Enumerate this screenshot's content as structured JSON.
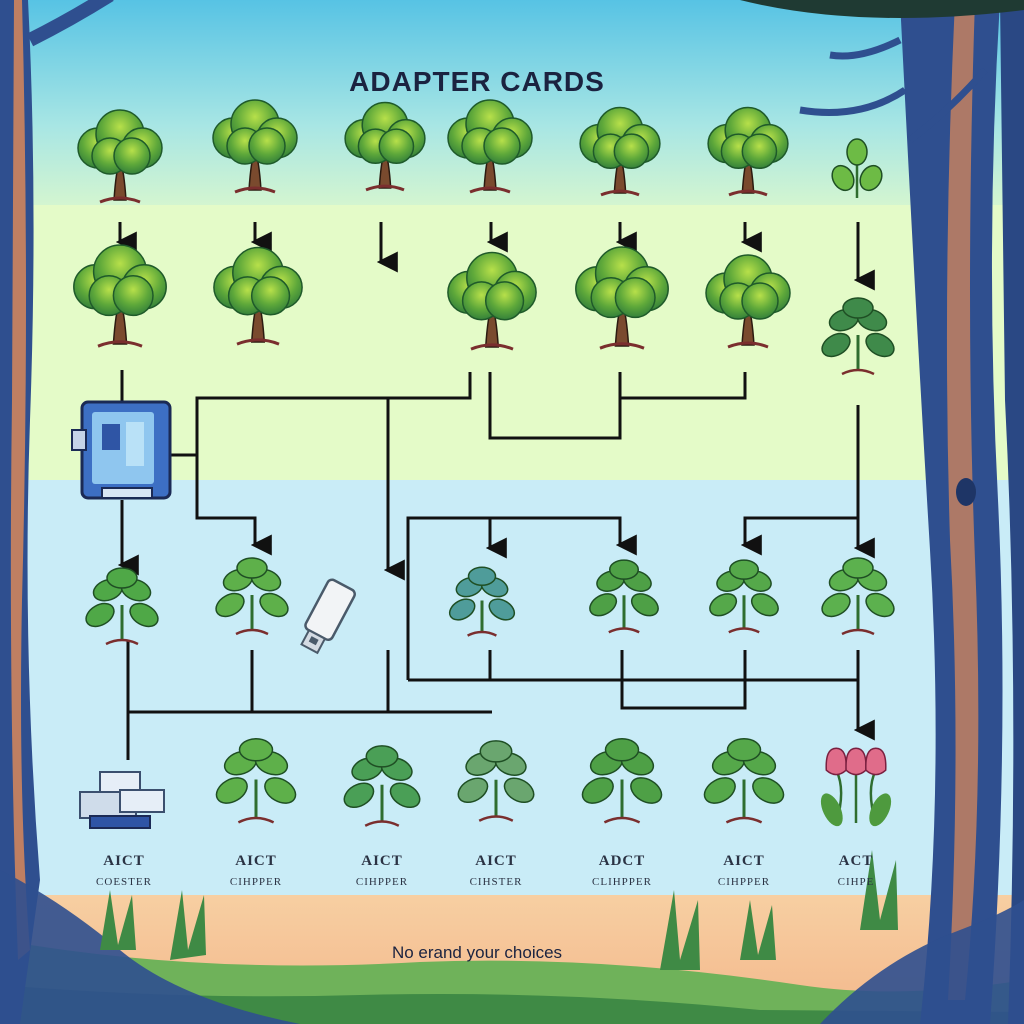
{
  "title": "ADAPTER  CARDS",
  "footer": "No erand your choices",
  "colors": {
    "sky_top": "#5cc8e6",
    "sky_mid": "#c9f2d2",
    "band_upper": "#e3fbc9",
    "band_lower": "#c8ecf7",
    "ground": "#f6cfa3",
    "grass": "#6fb25a",
    "trunk": "#2f4f8f",
    "trunk_highlight": "#d8875a",
    "line": "#111111",
    "leaf_dark": "#2f8a3e",
    "leaf_light": "#8fc83f",
    "flower": "#e06c8a"
  },
  "diagram": {
    "row1": [
      {
        "kind": "tree-icon"
      },
      {
        "kind": "tree-icon"
      },
      {
        "kind": "tree-icon"
      },
      {
        "kind": "tree-icon"
      },
      {
        "kind": "tree-icon"
      },
      {
        "kind": "tree-icon"
      },
      {
        "kind": "sprout-icon"
      }
    ],
    "row2": [
      {
        "kind": "tree-icon"
      },
      {
        "kind": "tree-icon"
      },
      {
        "kind": "tree-icon"
      },
      {
        "kind": "tree-icon"
      },
      {
        "kind": "tree-icon"
      },
      {
        "kind": "fern-icon"
      }
    ],
    "row3": [
      {
        "kind": "leafy-plant-icon"
      },
      {
        "kind": "leafy-plant-icon"
      },
      {
        "kind": "usb-connector-icon"
      },
      {
        "kind": "leafy-plant-icon"
      },
      {
        "kind": "leafy-plant-icon"
      },
      {
        "kind": "leafy-plant-icon"
      },
      {
        "kind": "leafy-plant-icon"
      }
    ],
    "row4": [
      {
        "kind": "connector-stack-icon",
        "label1": "AICT",
        "label2": "COESTER"
      },
      {
        "kind": "leafy-plant-icon",
        "label1": "AICT",
        "label2": "CIHPPER"
      },
      {
        "kind": "leafy-plant-icon",
        "label1": "AICT",
        "label2": "CIHPPER"
      },
      {
        "kind": "leafy-plant-icon",
        "label1": "AICT",
        "label2": "CIHSTER"
      },
      {
        "kind": "leafy-plant-icon",
        "label1": "ADCT",
        "label2": "CLIHPPER"
      },
      {
        "kind": "leafy-plant-icon",
        "label1": "AICT",
        "label2": "CIHPPER"
      },
      {
        "kind": "tulip-icon",
        "label1": "ACT",
        "label2": "CIHPE"
      }
    ],
    "card": {
      "kind": "adapter-card-icon"
    }
  }
}
